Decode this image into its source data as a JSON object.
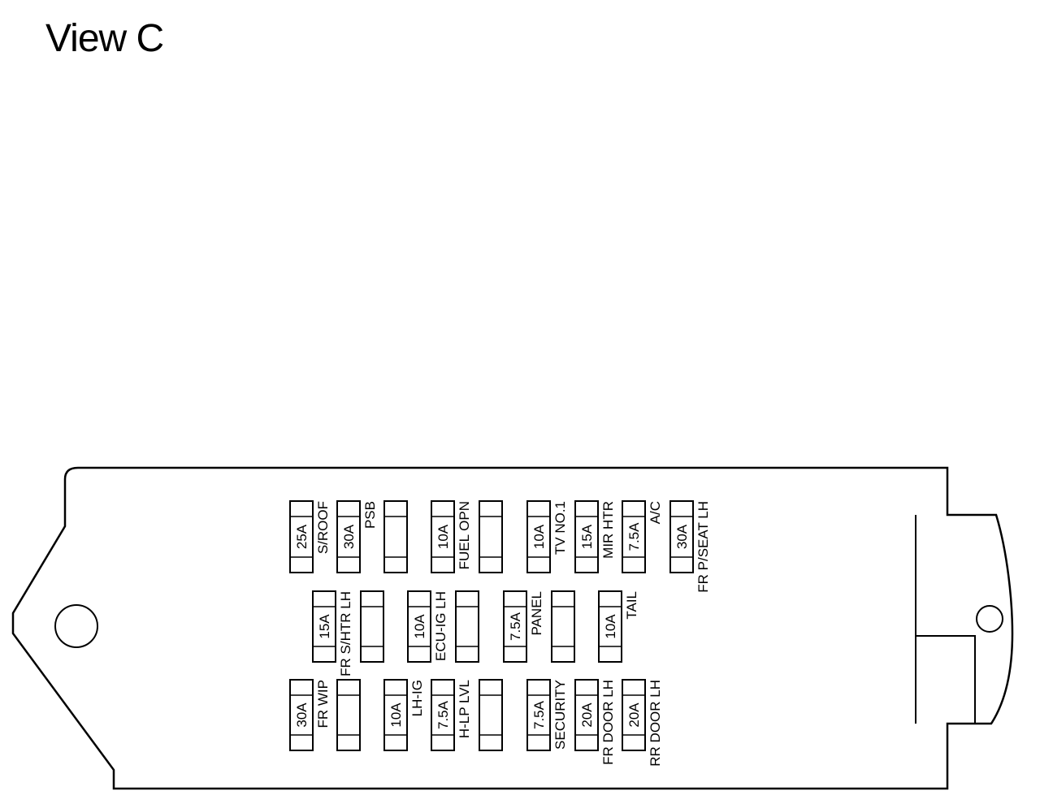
{
  "title": "View C",
  "fuse_block": {
    "fuses": [
      {
        "id": "r1c1",
        "rating": "25A",
        "label": "S/ROOF"
      },
      {
        "id": "r1c2",
        "rating": "30A",
        "label": "PSB"
      },
      {
        "id": "r1c3",
        "rating": "",
        "label": ""
      },
      {
        "id": "r1c4",
        "rating": "10A",
        "label": "FUEL OPN"
      },
      {
        "id": "r1c5",
        "rating": "",
        "label": ""
      },
      {
        "id": "r1c6",
        "rating": "10A",
        "label": "TV NO.1"
      },
      {
        "id": "r1c7",
        "rating": "15A",
        "label": "MIR HTR"
      },
      {
        "id": "r1c8",
        "rating": "7.5A",
        "label": "A/C"
      },
      {
        "id": "r1c9",
        "rating": "30A",
        "label": "FR P/SEAT LH"
      },
      {
        "id": "r2c1",
        "rating": "15A",
        "label": "FR S/HTR LH"
      },
      {
        "id": "r2c2",
        "rating": "",
        "label": ""
      },
      {
        "id": "r2c3",
        "rating": "10A",
        "label": "ECU-IG LH"
      },
      {
        "id": "r2c4",
        "rating": "",
        "label": ""
      },
      {
        "id": "r2c5",
        "rating": "7.5A",
        "label": "PANEL"
      },
      {
        "id": "r2c6",
        "rating": "",
        "label": ""
      },
      {
        "id": "r2c7",
        "rating": "10A",
        "label": "TAIL"
      },
      {
        "id": "r3c1",
        "rating": "30A",
        "label": "FR WIP"
      },
      {
        "id": "r3c2",
        "rating": "",
        "label": ""
      },
      {
        "id": "r3c3",
        "rating": "10A",
        "label": "LH-IG"
      },
      {
        "id": "r3c4",
        "rating": "7.5A",
        "label": "H-LP LVL"
      },
      {
        "id": "r3c5",
        "rating": "",
        "label": ""
      },
      {
        "id": "r3c6",
        "rating": "7.5A",
        "label": "SECURITY"
      },
      {
        "id": "r3c7",
        "rating": "20A",
        "label": "FR DOOR LH"
      },
      {
        "id": "r3c8",
        "rating": "20A",
        "label": "RR DOOR LH"
      }
    ]
  }
}
